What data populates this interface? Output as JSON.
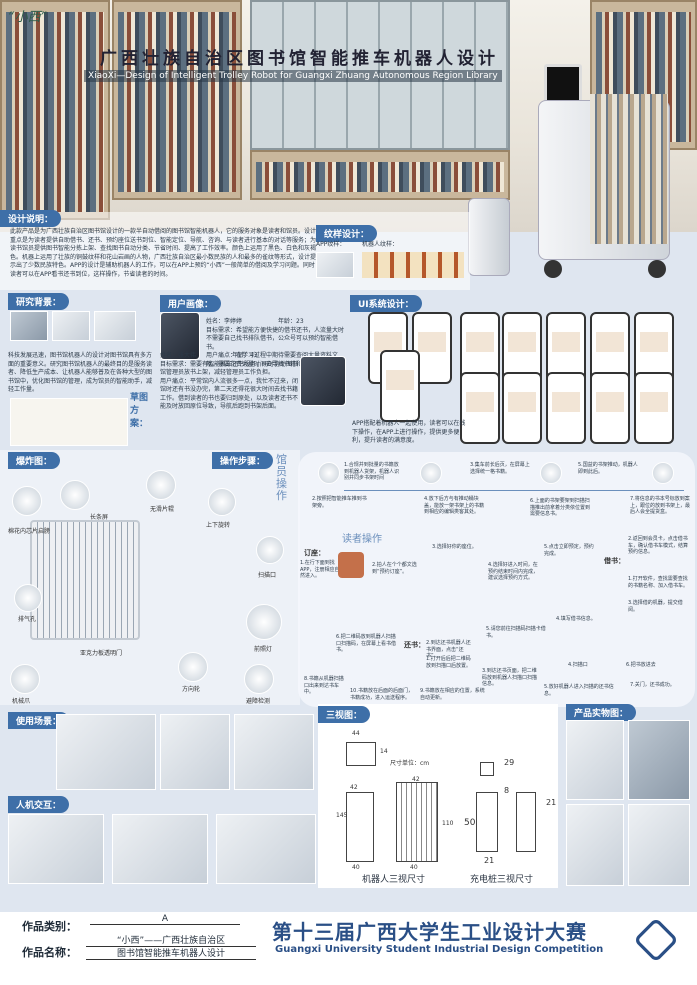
{
  "header": {
    "slogan": "“小西”",
    "title_cn": "广西壮族自治区图书馆智能推车机器人设计",
    "title_en": "XiaoXi—Design of Intelligent Trolley Robot for Guangxi Zhuang Autonomous Region Library"
  },
  "sections": {
    "design_desc": {
      "label": "设计说明：",
      "text": "此款产品是为广西壮族自治区图书馆设计的一款半自动借阅的图书馆智能机器人，它的服务对象是读者和馆员。设计重点是为读者提供自助借书、还书、预约座位送书到位、智能定位、导航、咨询、与读者进行基本的对话等服务；为读书馆员提供图书智能分拣上架、查找图书自动分类、节省时间、提高了工作效率。颜色上运用了黑色、白色和灰褐色。机器上运用了壮族的铜鼓纹样和花山岩画的人物，广西壮族自治区最小数民族的人和最多的雀纹等形式，设计提示出了少数民族特色。APP的设计是辅助机器人的工作，可以在APP上预约“小西”一般简单的借阅及学习问题。同时读者可以在APP看书还书到位，这样操作，节省读者的时间。"
    },
    "pattern": {
      "label": "纹样设计：",
      "app_pattern": "APP纹样：",
      "robot_pattern": "机器人纹样："
    },
    "research": {
      "label": "研究背景：",
      "text": "科技发展迅速，图书馆机器人的设计对图书馆具有多方面的重要意义。研究图书馆机器人的最终目的是服务读者、降低生产成本、让机器人能够普及在各种大型的图书馆中，优化图书馆的管理，成为馆员的智能助手，减轻工作量。",
      "ink": "草图方案："
    },
    "persona": {
      "label": "用户画像：",
      "p1": "姓名：李婷婷　　　　　　年龄：23\n目标需求：希望能方便快捷的借书还书，人流量大时不需要自己找书排队借书，公众号可以预约智能借书。\n用户痛点：在学习过程中期待需要查阅大量资料文献，需要花费大量时间去寻找书籍和排队借书。",
      "p2": "姓名：张大伟　　　　　　年龄：43\n目标需求：需要有智能推车还书服务，同时协助图书馆管理员放书上架，减轻管理员工作负担。\n用户痛点：平常馆内人流很多一点，我忙不过来，闭馆时还有书没办完，第二天还得花很大时间去找书籍工作。借到读者的书也要归到原处，以及读者还书不能及时放回原位导致，导航后跑到书架后面。"
    },
    "ui": {
      "label": "UI系统设计：",
      "caption": "APP搭配着机器人一起使用，读者可以在线下操作，在APP上进行操作，提供更多便利，提升读者的满意度。"
    },
    "exploded": {
      "label": "爆炸图：",
      "parts": [
        "长条屏",
        "无滑片辊",
        "棉花内芯片启膀",
        "上下旋转",
        "扫描口",
        "排气孔",
        "亚克力板透明门",
        "前照灯",
        "方向轮",
        "避障检测",
        "机械爪"
      ]
    },
    "steps": {
      "label": "操作步骤：",
      "staff_title": "馆员操作",
      "reader_title": "读者操作",
      "order_label": "订座：",
      "borrow_label": "借书：",
      "return_label": "还书：",
      "staff_steps": [
        "1.合规并到批量的书籍放到机器人货架，机器人识别并同步书架时间",
        "2.按照把智能推车推到书架旁。",
        "3.集车前长后页，在屏幕上选择统一格书籍。",
        "4.放下后方与有推动桶块盖，能放一架书架上的书籍到相应的编辑类客其处。",
        "5.国益的书架推动，机器人即到此后。",
        "6.上面的书架要架到扫描扫描推出前拿着分类依位置到需要信息书。",
        "7.将信息的书本号标放到案上，跟位的放到书架上，最后人会全提货盒。"
      ],
      "order_steps": [
        "1.在行下面到找APP，注册相应自然进入。",
        "2.拍人在个个都文选到“预约订座”。",
        "3.选择好你的座位。",
        "4.选择好进入时间，在预约结束时间内完成，建议选择预约方式。",
        "5.点击立即预定，预约完成。"
      ],
      "borrow_steps": [
        "1.打开软件，查找需要查找的书籍名称、加入借书车。",
        "2.返回到会员卡，点击借书车，确认借书车模式，结算预约信息。",
        "3.选择借的机器，提交借阅。",
        "4.填写借书信息。",
        "5.请您前往扫描码扫描卡借书。",
        "6.把二维码放到机器人扫描口扫描码，在屏幕上看书借书。"
      ],
      "return_steps": [
        "1.打开后后把二维码放到扫描口后放置。",
        "2.到达还书机器人还书界面，点击“还书”。",
        "3.到达还书页面，把二维码放到机器人扫描口扫描信息。",
        "4.扫描口",
        "5.放好机器人进入扫描的还书信息。",
        "6.把书放进去",
        "7.关门，还书成功。",
        "8.书籍从机器扫描口出来到达书车中。",
        "9.书籍放在相应的位置，系统自动更新。",
        "10.书籍放在后面的后面门，书籍成功，进入运送程序。"
      ]
    },
    "three_view": {
      "label": "三视图：",
      "unit": "尺寸单位：cm",
      "dims": [
        "44",
        "14",
        "42",
        "145",
        "42",
        "110",
        "40",
        "40",
        "50",
        "29",
        "8",
        "21",
        "21"
      ],
      "robot_caption": "机器人三视尺寸",
      "pillar_caption": "充电桩三视尺寸"
    },
    "photos": {
      "label": "产品实物图："
    },
    "usage": {
      "label": "使用场景："
    },
    "interaction": {
      "label": "人机交互："
    }
  },
  "footer": {
    "category_label": "作品类别：",
    "category_value": "A",
    "name_label": "作品名称：",
    "name_value_1": "“小西”——广西壮族自治区",
    "name_value_2": "图书馆智能推车机器人设计",
    "competition_cn": "第十三届广西大学生工业设计大赛",
    "competition_en": "Guangxi University Student Industrial Design Competition"
  },
  "colors": {
    "accent": "#3e6fa8",
    "brand": "#2a4f86",
    "background": "#dfe6f0"
  }
}
